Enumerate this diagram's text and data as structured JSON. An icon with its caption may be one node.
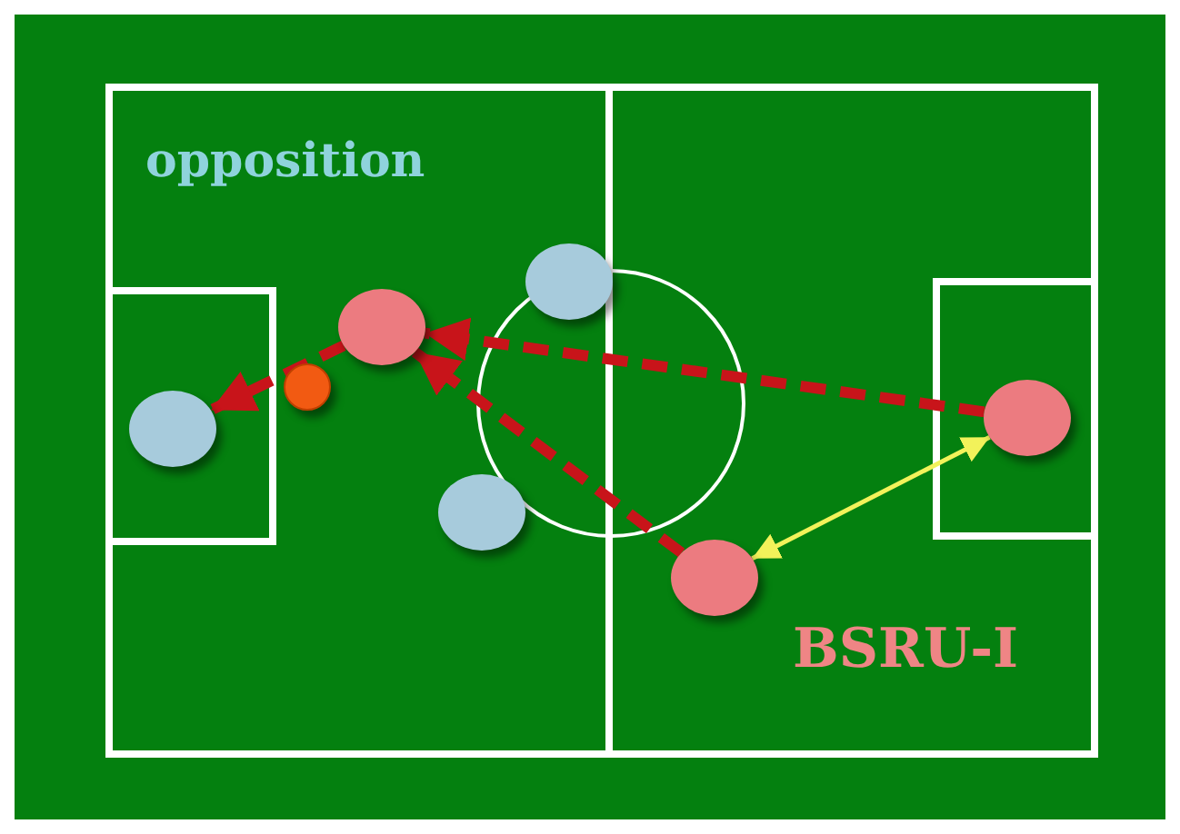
{
  "diagram": {
    "nodes": [
      {
        "text": [],
        "shape": "circle"
      },
      {
        "text": [],
        "shape": "circle"
      },
      {
        "text": [],
        "shape": "circle"
      },
      {
        "text": [],
        "shape": "circle"
      },
      {
        "text": [],
        "shape": "circle"
      },
      {
        "text": [],
        "shape": "circle"
      },
      {
        "text": [],
        "shape": "circle"
      }
    ],
    "edges": [
      {
        "from": 6,
        "to": 2,
        "arrow": "to",
        "style": "dashed"
      },
      {
        "from": 5,
        "to": 2,
        "arrow": "to",
        "style": "dashed"
      },
      {
        "from": 2,
        "to": 0,
        "arrow": "to",
        "style": "dashed"
      },
      {
        "from": 5,
        "to": 6,
        "arrow": "both",
        "color": "#f2f25a"
      }
    ],
    "labels": [
      "opposition",
      "BSRU-I"
    ]
  }
}
